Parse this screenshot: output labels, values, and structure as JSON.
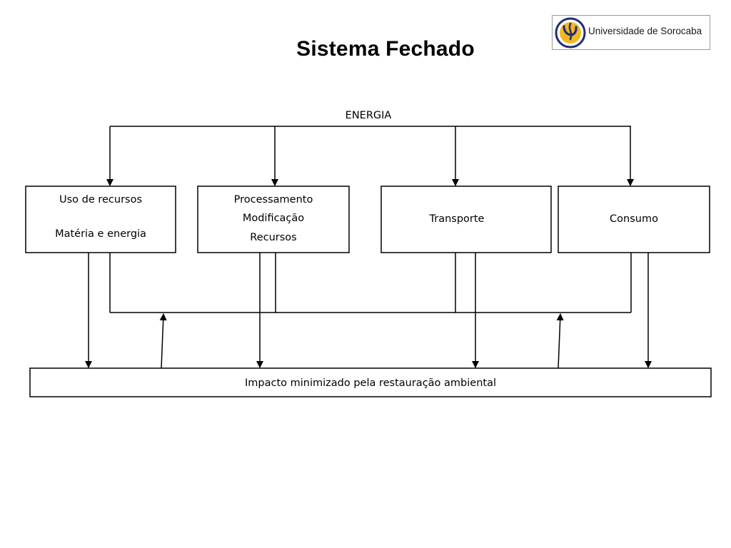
{
  "title": "Sistema Fechado",
  "logo": {
    "text": "Universidade de Sorocaba",
    "colors": {
      "ring": "#1f2f7a",
      "fill": "#f2b823"
    }
  },
  "diagram": {
    "top_label": "ENERGIA",
    "nodes": [
      {
        "id": "uso",
        "lines": [
          "Uso de recursos",
          "Matéria e energia"
        ]
      },
      {
        "id": "processamento",
        "lines": [
          "Processamento",
          "Modificação",
          "Recursos"
        ]
      },
      {
        "id": "transporte",
        "lines": [
          "Transporte"
        ]
      },
      {
        "id": "consumo",
        "lines": [
          "Consumo"
        ]
      }
    ],
    "bottom_box": "Impacto minimizado pela restauração ambiental"
  }
}
